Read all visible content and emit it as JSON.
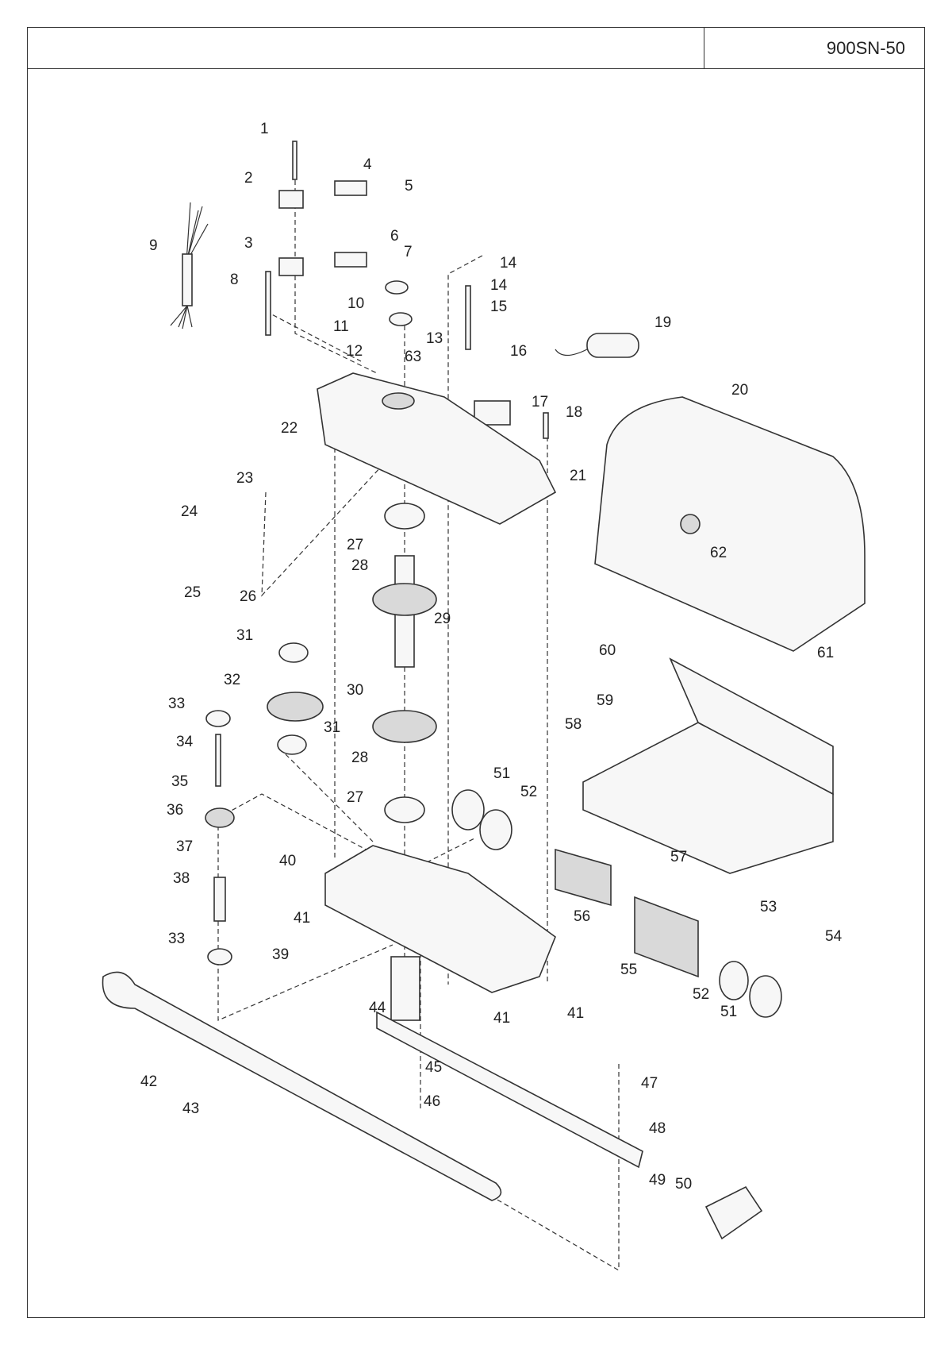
{
  "header": {
    "model_code": "900SN-50"
  },
  "callouts": [
    "1",
    "2",
    "3",
    "4",
    "5",
    "6",
    "7",
    "8",
    "9",
    "10",
    "11",
    "12",
    "13",
    "14",
    "14",
    "15",
    "16",
    "17",
    "18",
    "19",
    "20",
    "21",
    "22",
    "23",
    "24",
    "25",
    "26",
    "27",
    "28",
    "29",
    "30",
    "31",
    "31",
    "32",
    "33",
    "33",
    "34",
    "35",
    "36",
    "37",
    "38",
    "39",
    "40",
    "41",
    "41",
    "41",
    "42",
    "43",
    "44",
    "45",
    "46",
    "47",
    "48",
    "49",
    "50",
    "51",
    "51",
    "52",
    "52",
    "53",
    "54",
    "55",
    "56",
    "57",
    "58",
    "59",
    "60",
    "61",
    "62",
    "63",
    "27",
    "28"
  ]
}
